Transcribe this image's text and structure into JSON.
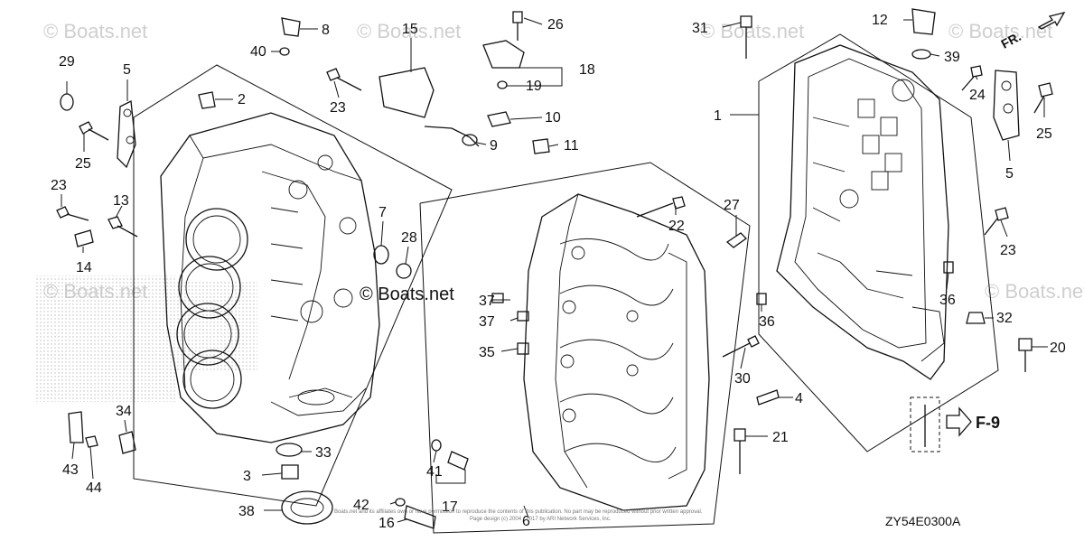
{
  "diagram": {
    "watermark": "© Boats.net",
    "watermark_center": "© Boats.net",
    "diagram_code": "ZY54E0300A",
    "front_indicator": "FR.",
    "reference": "F-9",
    "fine_print": [
      "Boats.net and its affiliates own or have permission to reproduce the contents of this publication. No part may be reproduced without prior written approval.",
      "Page design (c) 2004 - 2017 by ARI Network Services, Inc."
    ],
    "callouts": [
      "1",
      "2",
      "3",
      "4",
      "5",
      "5",
      "6",
      "7",
      "8",
      "9",
      "10",
      "11",
      "12",
      "13",
      "14",
      "15",
      "16",
      "17",
      "18",
      "19",
      "20",
      "21",
      "22",
      "23",
      "23",
      "23",
      "24",
      "25",
      "25",
      "26",
      "27",
      "28",
      "29",
      "30",
      "31",
      "32",
      "33",
      "34",
      "35",
      "36",
      "36",
      "37",
      "37",
      "38",
      "39",
      "40",
      "41",
      "42",
      "43",
      "44"
    ]
  }
}
